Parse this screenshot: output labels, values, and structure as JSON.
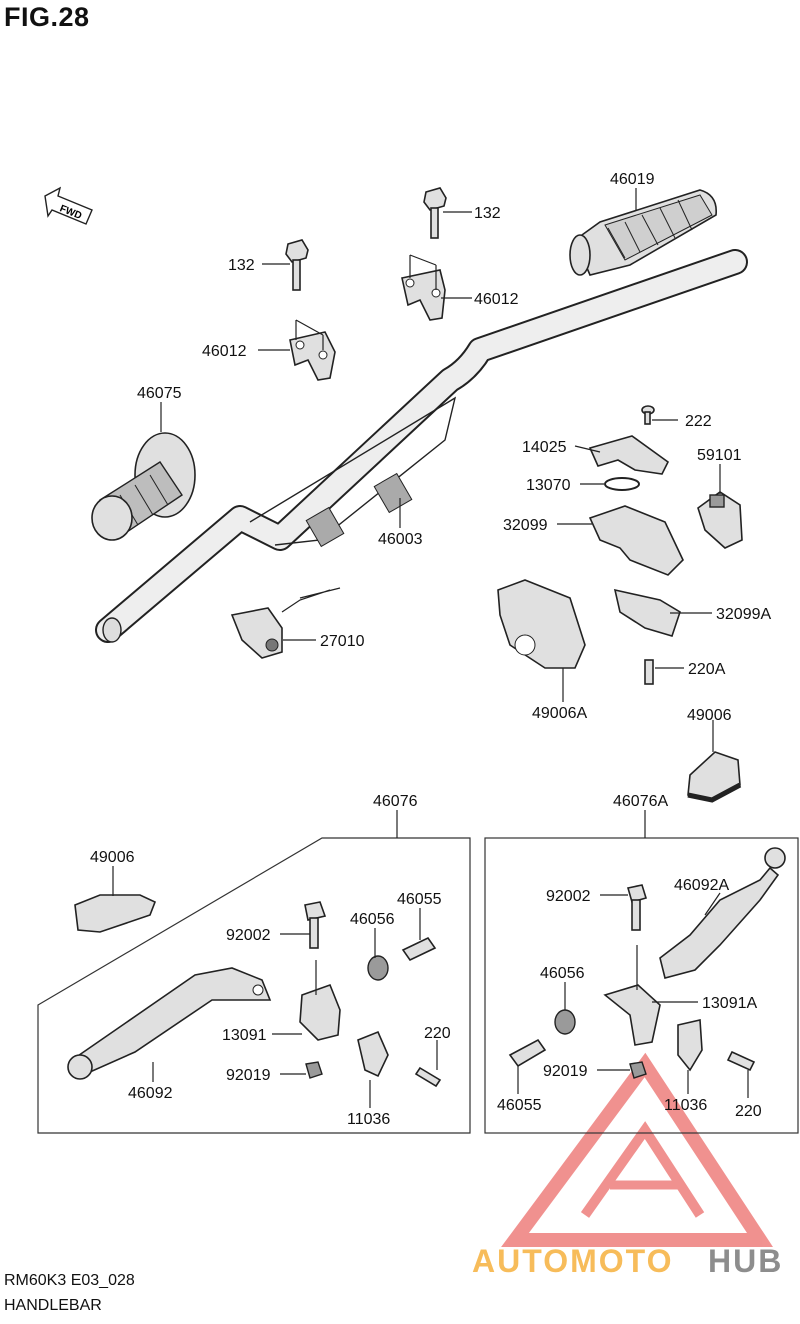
{
  "figure": {
    "title": "FIG.28",
    "code": "RM60K3 E03_028",
    "name": "HANDLEBAR"
  },
  "fwd_label": "FWD",
  "watermark": {
    "text_part1": "AUTOMOTO",
    "text_part2": "HUB",
    "color1": "#f5a623",
    "color2": "#8a8a8a",
    "logo_color": "#e53935"
  },
  "parts": {
    "p46019": "46019",
    "p132a": "132",
    "p132b": "132",
    "p46012a": "46012",
    "p46012b": "46012",
    "p46075": "46075",
    "p222": "222",
    "p14025": "14025",
    "p59101": "59101",
    "p13070": "13070",
    "p32099": "32099",
    "p46003": "46003",
    "p32099A": "32099A",
    "p27010": "27010",
    "p220A": "220A",
    "p49006A": "49006A",
    "p49006r": "49006",
    "p46076": "46076",
    "p46076A": "46076A",
    "p49006l": "49006",
    "p46055l": "46055",
    "p46056l": "46056",
    "p92002l": "92002",
    "p220l": "220",
    "p13091": "13091",
    "p92019l": "92019",
    "p46092": "46092",
    "p11036l": "11036",
    "p92002r": "92002",
    "p46092A": "46092A",
    "p46056r": "46056",
    "p13091A": "13091A",
    "p92019r": "92019",
    "p46055r": "46055",
    "p11036r": "11036",
    "p220r": "220"
  }
}
